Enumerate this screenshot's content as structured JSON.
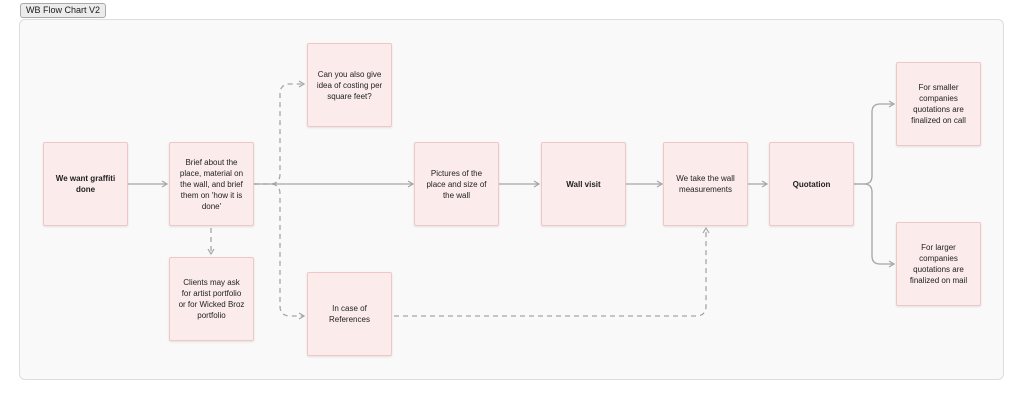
{
  "frame": {
    "label": "WB Flow Chart V2"
  },
  "nodes": {
    "we_want_graffiti": "We want graffiti done",
    "brief": "Brief about the place, material on the wall, and brief them on 'how it is done'",
    "costing": "Can you also give idea of costing per square feet?",
    "portfolio": "Clients may ask for artist portfolio or for Wicked Broz portfolio",
    "references": "In case of References",
    "pictures": "Pictures of the place and size of the wall",
    "wall_visit": "Wall visit",
    "measurements": "We take the wall measurements",
    "quotation": "Quotation",
    "smaller": "For smaller companies quotations are finalized on call",
    "larger": "For larger companies quotations are finalized on mail"
  },
  "colors": {
    "node_fill": "#fbeceb",
    "node_border": "#f0c7c5",
    "connector": "#a6a6a6",
    "canvas": "#f9f9f9"
  }
}
